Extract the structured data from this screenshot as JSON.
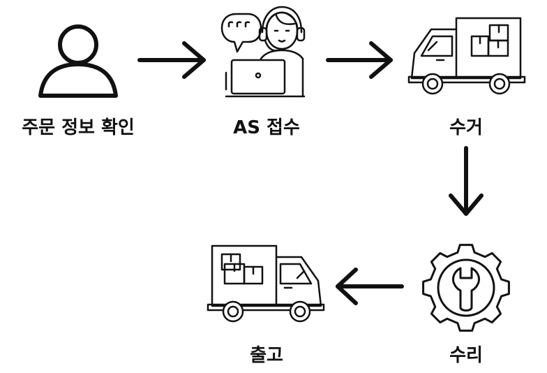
{
  "steps": [
    {
      "id": "order-check",
      "label": "주문 정보 확인",
      "icon": "person-icon"
    },
    {
      "id": "as-reception",
      "label": "AS 접수",
      "icon": "support-agent-icon"
    },
    {
      "id": "pickup",
      "label": "수거",
      "icon": "delivery-truck-icon"
    },
    {
      "id": "repair",
      "label": "수리",
      "icon": "gear-wrench-icon"
    },
    {
      "id": "shipping",
      "label": "출고",
      "icon": "delivery-truck-icon"
    }
  ],
  "colors": {
    "stroke": "#111111",
    "background": "#ffffff"
  }
}
